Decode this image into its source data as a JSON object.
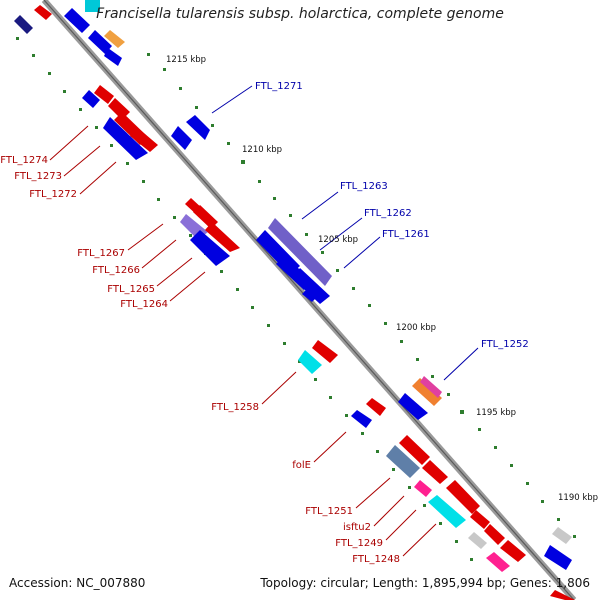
{
  "title": "Francisella tularensis subsp. holarctica, complete genome",
  "footer": {
    "accession": "Accession: NC_007880",
    "topology": "Topology: circular; Length: 1,895,994 bp; Genes: 1,806"
  },
  "scale_labels": [
    "1215 kbp",
    "1210 kbp",
    "1205 kbp",
    "1200 kbp",
    "1195 kbp",
    "1190 kbp"
  ],
  "gene_labels_forward": [
    "FTL_1271",
    "FTL_1263",
    "FTL_1262",
    "FTL_1261",
    "FTL_1252"
  ],
  "gene_labels_reverse": [
    "FTL_1274",
    "FTL_1273",
    "FTL_1272",
    "FTL_1267",
    "FTL_1266",
    "FTL_1265",
    "FTL_1264",
    "FTL_1258",
    "folE",
    "FTL_1251",
    "isftu2",
    "FTL_1249",
    "FTL_1248"
  ],
  "colors": {
    "forward_label": "#0000aa",
    "reverse_label": "#aa0000",
    "backbone": "#808080",
    "tick": "#2e7d2e"
  }
}
